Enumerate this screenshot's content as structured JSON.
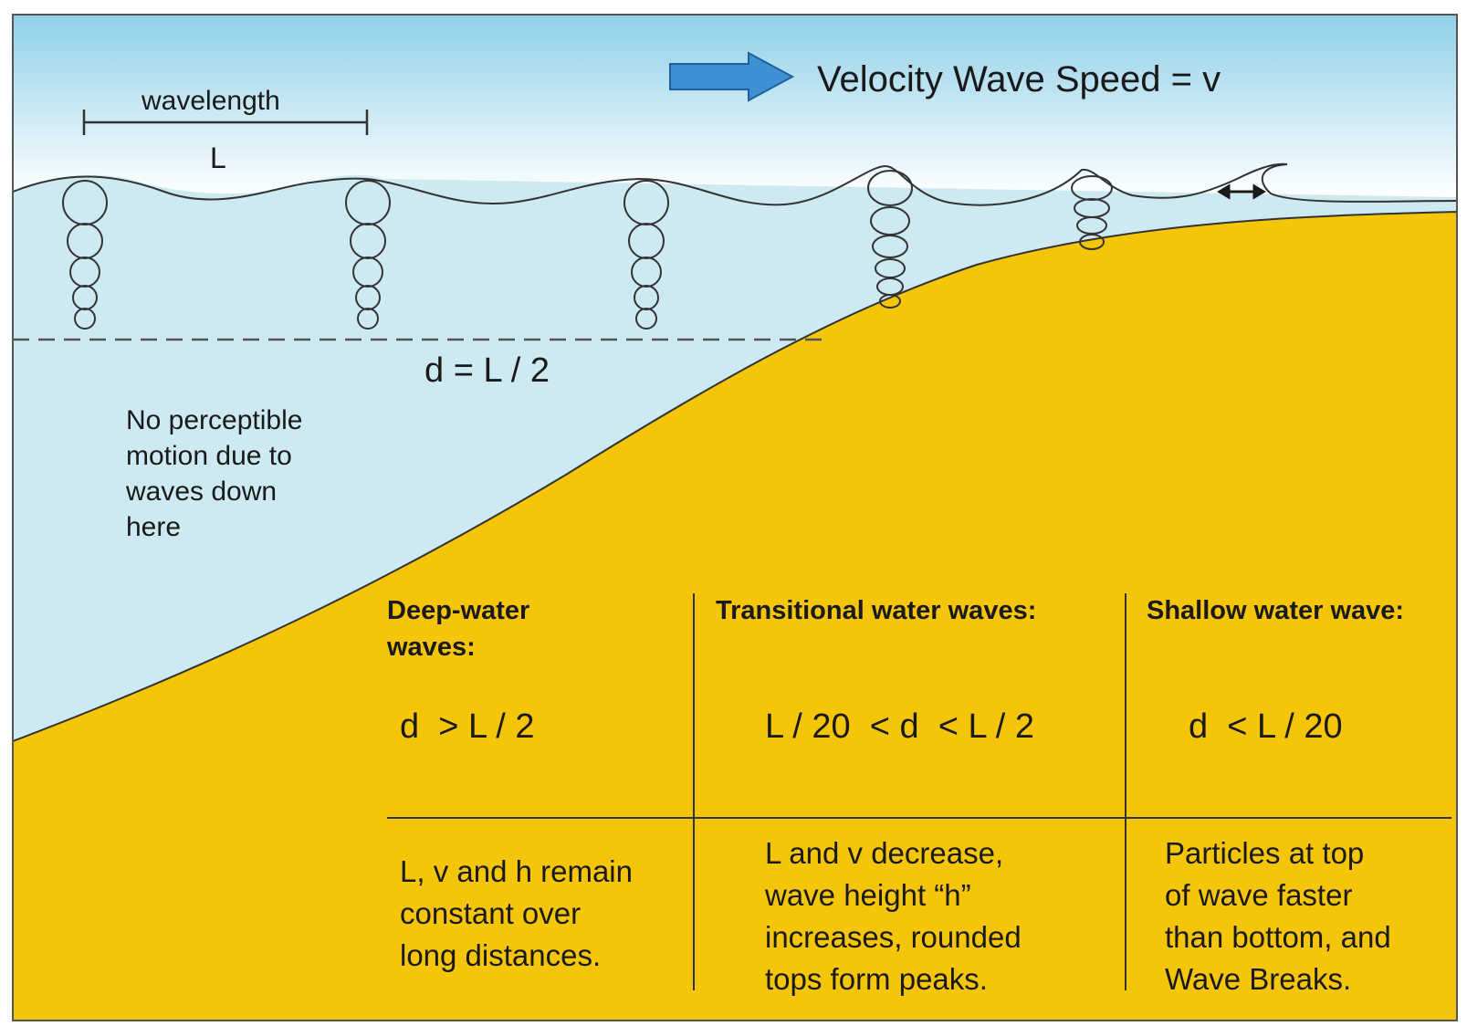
{
  "title": "Velocity Wave Speed = v",
  "wavelength": {
    "label": "wavelength",
    "symbol": "L"
  },
  "depth_line": "d = L / 2",
  "note_lines": [
    "No perceptible",
    "motion due to",
    "waves down",
    "here"
  ],
  "columns": [
    {
      "header_lines": [
        "Deep-water",
        "waves:"
      ],
      "condition": "d  > L / 2",
      "description_lines": [
        "L, v and h remain",
        "constant over",
        "long distances."
      ]
    },
    {
      "header_lines": [
        "Transitional water waves:"
      ],
      "condition": "L / 20  < d  < L / 2",
      "description_lines": [
        "L and v decrease,",
        "wave height “h”",
        "increases, rounded",
        "tops form peaks."
      ]
    },
    {
      "header_lines": [
        "Shallow water wave:"
      ],
      "condition": "d  < L / 20",
      "description_lines": [
        "Particles at top",
        "of wave faster",
        "than bottom, and",
        "Wave Breaks."
      ]
    }
  ],
  "colors": {
    "sky_top": "#8fd0e8",
    "water": "#cde9f1",
    "sand": "#f5c50a",
    "arrow": "#3f8fd4",
    "ink": "#1a1a1a"
  }
}
